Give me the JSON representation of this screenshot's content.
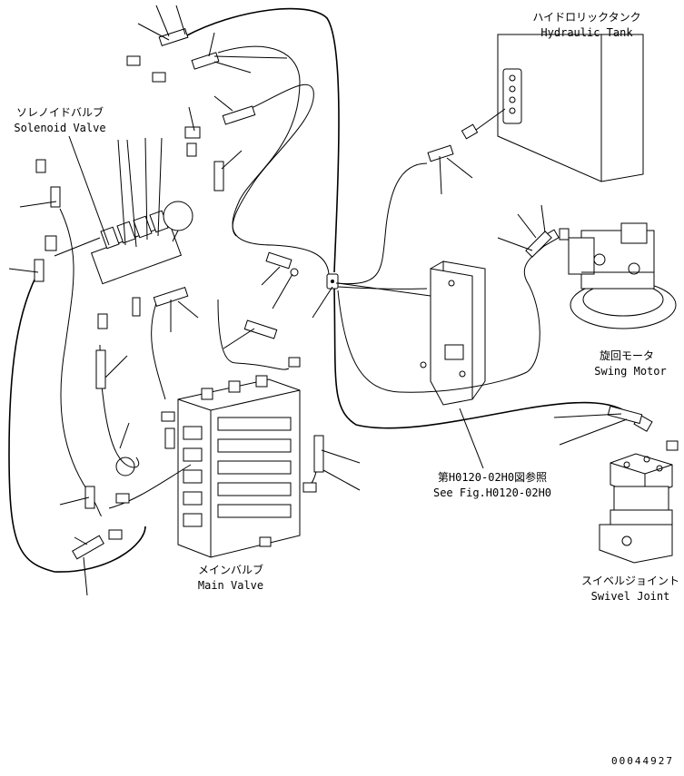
{
  "labels": {
    "hydraulic_tank_jp": "ハイドロリックタンク",
    "hydraulic_tank_en": "Hydraulic Tank",
    "solenoid_valve_jp": "ソレノイドバルブ",
    "solenoid_valve_en": "Solenoid Valve",
    "swing_motor_jp": "旋回モータ",
    "swing_motor_en": "Swing Motor",
    "see_fig_jp": "第H0120-02H0図参照",
    "see_fig_en": "See Fig.H0120-02H0",
    "swivel_joint_jp": "スイベルジョイント",
    "swivel_joint_en": "Swivel Joint",
    "main_valve_jp": "メインバルブ",
    "main_valve_en": "Main Valve",
    "drawing_number": "00044927"
  }
}
